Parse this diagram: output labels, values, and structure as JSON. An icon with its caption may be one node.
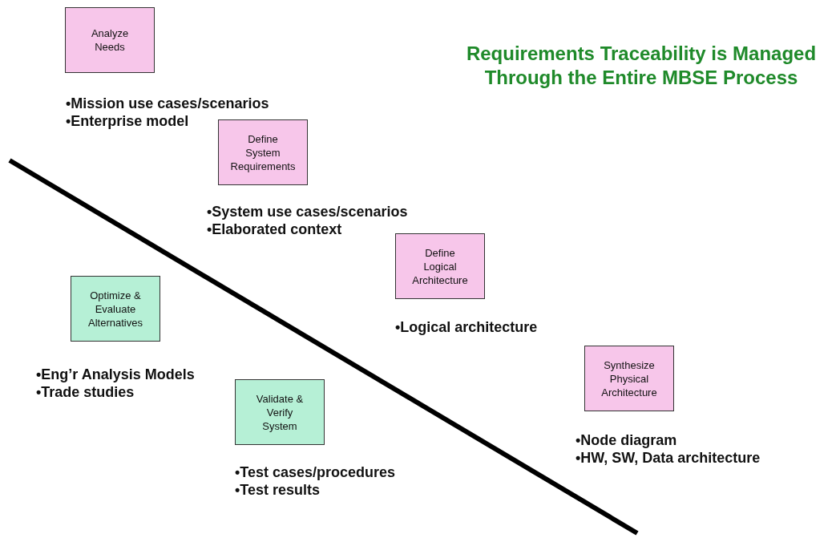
{
  "diagram": {
    "title": "Requirements Traceability is  Managed Through the Entire MBSE Process",
    "nodes": [
      {
        "text": [
          "Analyze Needs"
        ],
        "beside": [
          "•Mission use cases/scenarios",
          "•Enterprise model"
        ]
      },
      {
        "text": [
          "Define System Requirements"
        ],
        "beside": [
          "•System use cases/scenarios",
          "•Elaborated context"
        ]
      },
      {
        "text": [
          "Define Logical Architecture"
        ],
        "beside": [
          "•Logical architecture"
        ]
      },
      {
        "text": [
          "Optimize & Evaluate Alternatives"
        ],
        "beside": [
          "•Eng’r Analysis Models",
          "•Trade studies"
        ]
      },
      {
        "text": [
          "Synthesize Physical Architecture"
        ],
        "beside": [
          "•Node diagram",
          "•HW, SW, Data architecture"
        ]
      },
      {
        "text": [
          "Validate & Verify System"
        ],
        "beside": [
          "•Test cases/procedures",
          "•Test results"
        ]
      }
    ]
  }
}
